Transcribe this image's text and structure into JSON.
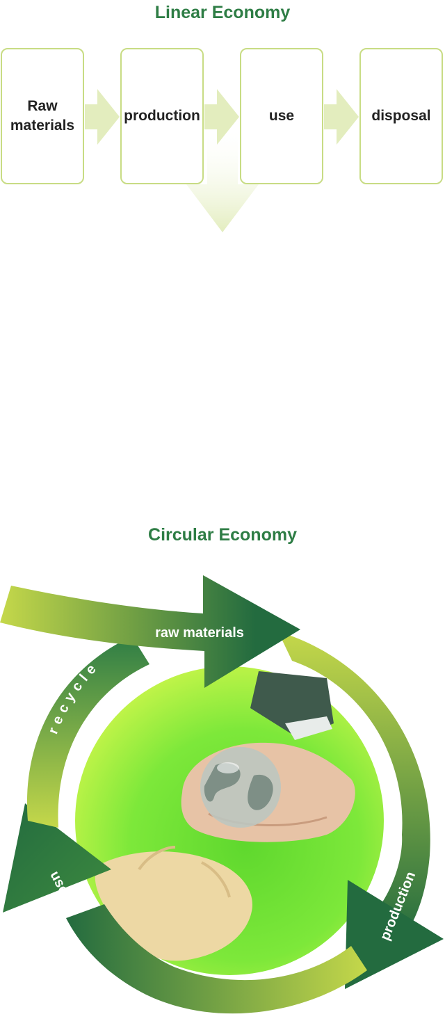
{
  "linear": {
    "title": "Linear Economy",
    "steps": [
      "Raw\nmaterials",
      "production",
      "use",
      "disposal"
    ]
  },
  "circular": {
    "title": "Circular Economy",
    "labels": {
      "raw_materials": "raw materials",
      "production": "production",
      "use": "use",
      "recycle": "recycle"
    }
  },
  "colors": {
    "title_green": "#2e7d45",
    "box_border": "#c8dc84",
    "arrow_light": "#e3edbe",
    "dark_green": "#236b3f",
    "lime": "#c5d84a"
  }
}
